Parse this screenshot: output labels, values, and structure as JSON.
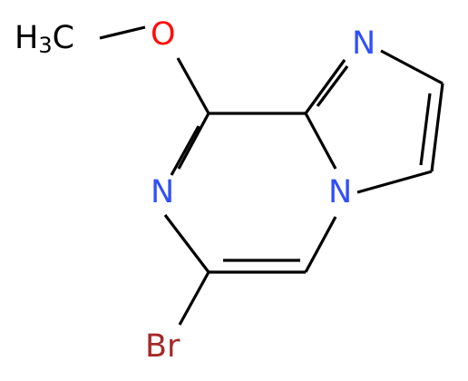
{
  "molecule": {
    "atoms": {
      "methyl": {
        "text": "H",
        "subscript": "3",
        "suffix": "C",
        "element": "C"
      },
      "oxygen": {
        "text": "O",
        "element": "O"
      },
      "n_imidazole": {
        "text": "N",
        "element": "N"
      },
      "n_pyrazine": {
        "text": "N",
        "element": "N"
      },
      "n_bridgehead": {
        "text": "N",
        "element": "N"
      },
      "bromine": {
        "text": "Br",
        "element": "Br"
      }
    },
    "colors": {
      "carbon": "#000000",
      "oxygen": "#ff0d0d",
      "nitrogen": "#3050f8",
      "bromine": "#a62929"
    }
  }
}
